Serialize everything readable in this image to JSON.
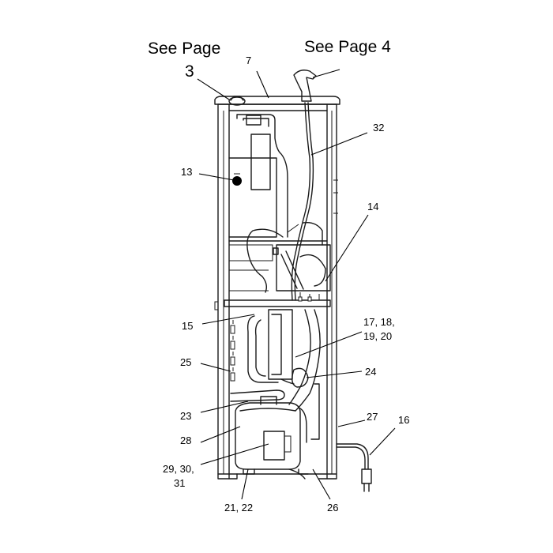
{
  "notes": {
    "see_page_3_line1": "See Page",
    "see_page_3_line2": "3",
    "see_page_4": "See Page 4"
  },
  "callouts": {
    "c7": "7",
    "c32": "32",
    "c13": "13",
    "c14": "14",
    "c15": "15",
    "c17_line1": "17, 18,",
    "c17_line2": "19, 20",
    "c25": "25",
    "c24": "24",
    "c23": "23",
    "c27": "27",
    "c16": "16",
    "c28": "28",
    "c29_line1": "29, 30,",
    "c29_line2": "31",
    "c21": "21, 22",
    "c26": "26"
  }
}
